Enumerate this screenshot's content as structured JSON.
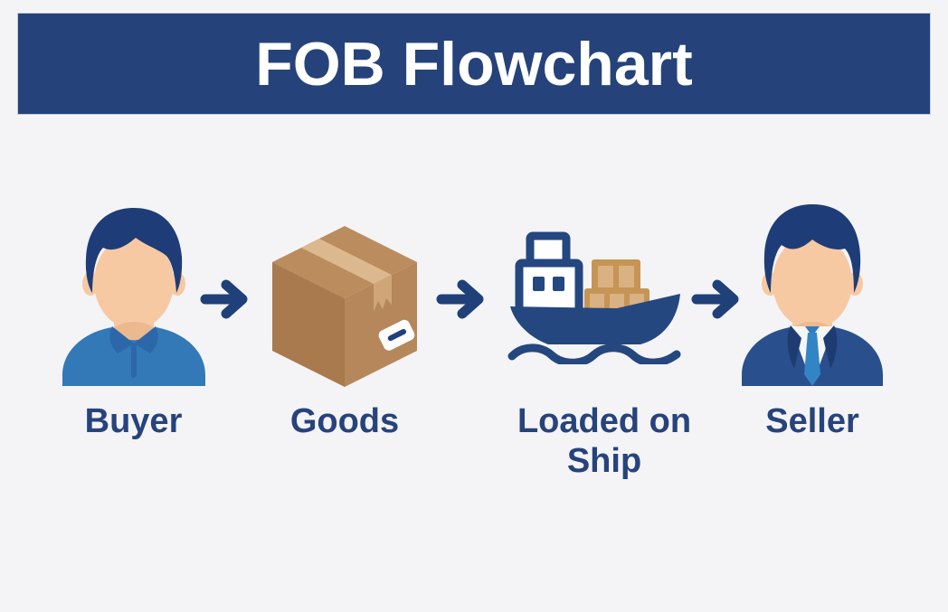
{
  "title": "FOB Flowchart",
  "colors": {
    "background": "#f4f4f6",
    "banner": "#25437a",
    "banner_text": "#ffffff",
    "label_text": "#26437c",
    "arrow": "#1f4078",
    "skin": "#f7c9a2",
    "skin_shadow": "#ecb98e",
    "hair_navy": "#1e3d78",
    "shirt_blue": "#3379b8",
    "collar_blue": "#2b67a9",
    "suit_navy": "#2a4f8d",
    "lapel_navy": "#1f3c72",
    "tie_blue": "#3285c5",
    "box_top": "#bb8c5e",
    "box_left": "#a87a4d",
    "box_right": "#b5875a",
    "tape_tan": "#dcb88e",
    "ship_navy": "#24477f",
    "cargo_tan": "#c69455",
    "cargo_panel_tan": "#d9b183"
  },
  "steps": [
    {
      "label": "Buyer",
      "icon": "buyer-person-icon"
    },
    {
      "label": "Goods",
      "icon": "package-box-icon"
    },
    {
      "label": "Loaded on Ship",
      "icon": "cargo-ship-icon"
    },
    {
      "label": "Seller",
      "icon": "seller-businessman-icon"
    }
  ],
  "connector_icon": "arrow-right-icon"
}
